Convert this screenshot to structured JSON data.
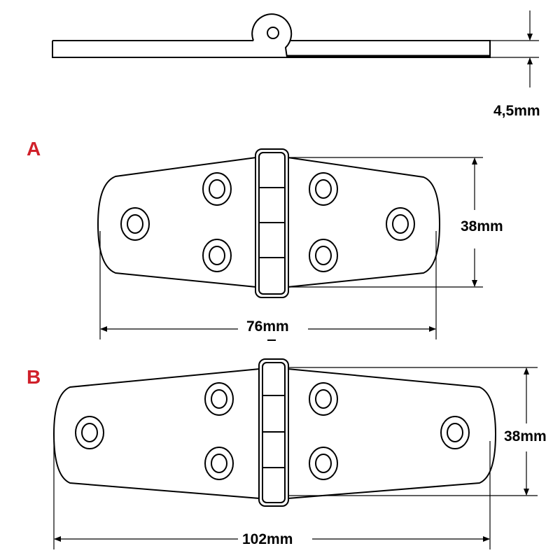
{
  "side_view": {
    "thickness_label": "4,5mm"
  },
  "hinge_a": {
    "label": "A",
    "height_label": "38mm",
    "width_label": "76mm"
  },
  "hinge_b": {
    "label": "B",
    "height_label": "38mm",
    "width_label": "102mm"
  },
  "colors": {
    "label": "#d0202a",
    "line": "#000000"
  }
}
